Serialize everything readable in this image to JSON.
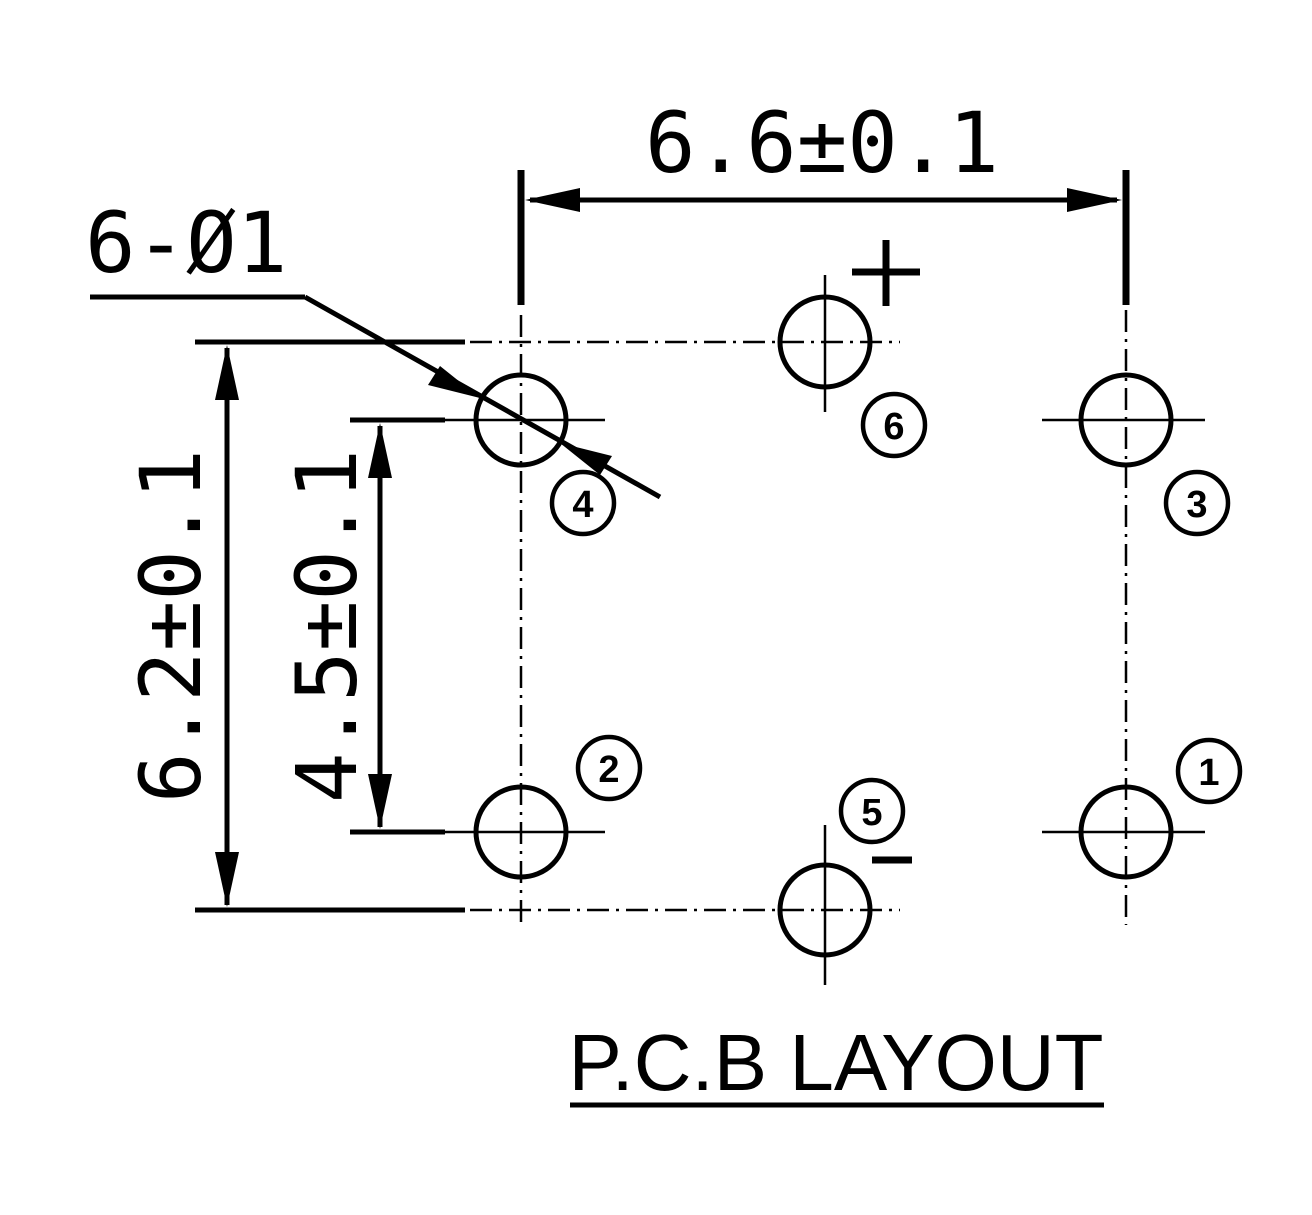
{
  "title": "P.C.B LAYOUT",
  "hole_callout": "6-Ø1",
  "dimensions": {
    "width": "6.6±0.1",
    "outer_height": "6.2±0.1",
    "inner_height": "4.5±0.1"
  },
  "pins": [
    {
      "id": "pin-1",
      "label": "1"
    },
    {
      "id": "pin-2",
      "label": "2"
    },
    {
      "id": "pin-3",
      "label": "3"
    },
    {
      "id": "pin-4",
      "label": "4"
    },
    {
      "id": "pin-5",
      "label": "5"
    },
    {
      "id": "pin-6",
      "label": "6"
    }
  ],
  "polarity": {
    "plus": "+",
    "minus": "−"
  }
}
